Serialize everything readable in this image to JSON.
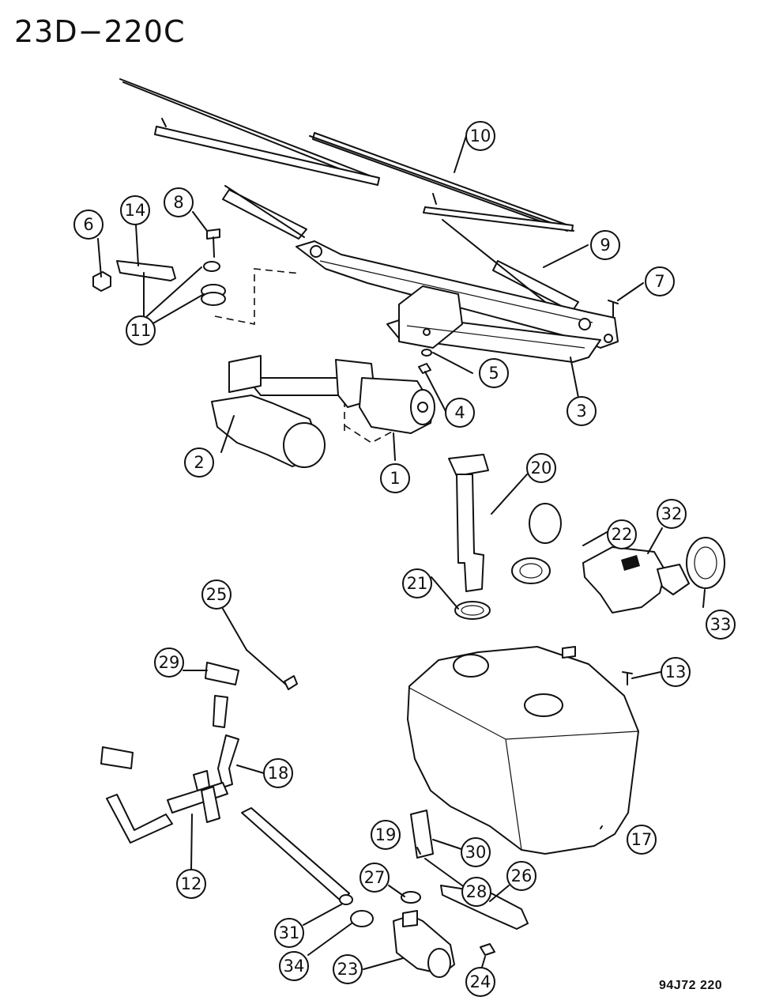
{
  "title": "23D−220C",
  "figure_code": "94J72 220",
  "callouts": [
    "1",
    "2",
    "3",
    "4",
    "5",
    "6",
    "7",
    "8",
    "9",
    "10",
    "11",
    "12",
    "13",
    "14",
    "17",
    "18",
    "19",
    "20",
    "21",
    "22",
    "23",
    "24",
    "25",
    "26",
    "27",
    "28",
    "29",
    "30",
    "31",
    "32",
    "33",
    "34"
  ]
}
